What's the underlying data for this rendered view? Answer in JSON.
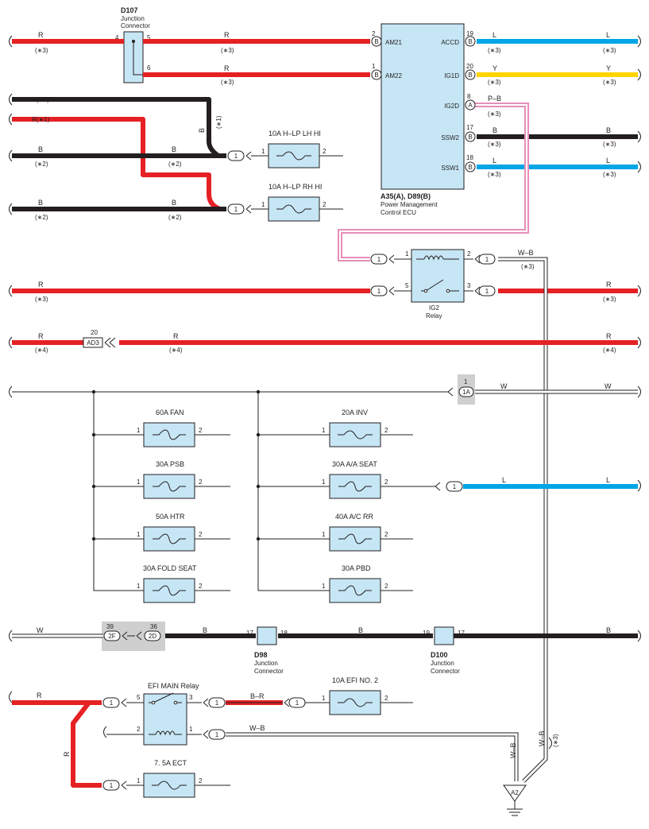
{
  "d107": {
    "code": "D107",
    "line1": "Junction",
    "line2": "Connector",
    "pin4": "4",
    "pin5": "5",
    "pin6": "6"
  },
  "ecu": {
    "code": "A35(A), D89(B)",
    "line1": "Power Management",
    "line2": "Control ECU",
    "am21": "AM21",
    "am22": "AM22",
    "accd": "ACCD",
    "ig1d": "IG1D",
    "ig2d": "IG2D",
    "ssw2": "SSW2",
    "ssw1": "SSW1",
    "p2": "2",
    "p1": "1",
    "p19": "19",
    "p20": "20",
    "p8": "8",
    "p17": "17",
    "p18": "18",
    "b": "B",
    "a": "A"
  },
  "wires": {
    "r": "R",
    "l": "L",
    "y": "Y",
    "b": "B",
    "w": "W",
    "pb": "P–B",
    "wb": "W–B",
    "br": "B–R",
    "r1": "R(∗1)",
    "b1": "B(∗1)",
    "n1": "(∗1)",
    "n2": "(∗2)",
    "n3": "(∗3)",
    "n4": "(∗4)"
  },
  "fuses": {
    "hlp_lh": "10A H–LP LH HI",
    "hlp_rh": "10A H–LP RH HI",
    "fan": "60A FAN",
    "psb": "30A PSB",
    "htr": "50A HTR",
    "fold": "30A FOLD SEAT",
    "inv": "20A INV",
    "aaseat": "30A A/A SEAT",
    "acrr": "40A A/C RR",
    "pbd": "30A PBD",
    "efi2": "10A EFI NO. 2",
    "ect": "7. 5A ECT"
  },
  "relays": {
    "ig2_line1": "IG2",
    "ig2_line2": "Relay",
    "efi": "EFI MAIN Relay"
  },
  "pins": {
    "one": "1",
    "two": "2",
    "three": "3",
    "five": "5",
    "twenty": "20",
    "seventeen": "17",
    "eighteen": "18",
    "nineteen": "19",
    "thirtynine": "39",
    "thirtysix": "36"
  },
  "connectors": {
    "ad3": "AD3",
    "c1a": "1A",
    "c2f": "2F",
    "c2d": "2D",
    "d98": "D98",
    "d100": "D100",
    "jc1": "Junction",
    "jc2": "Connector",
    "ground": "A2"
  }
}
